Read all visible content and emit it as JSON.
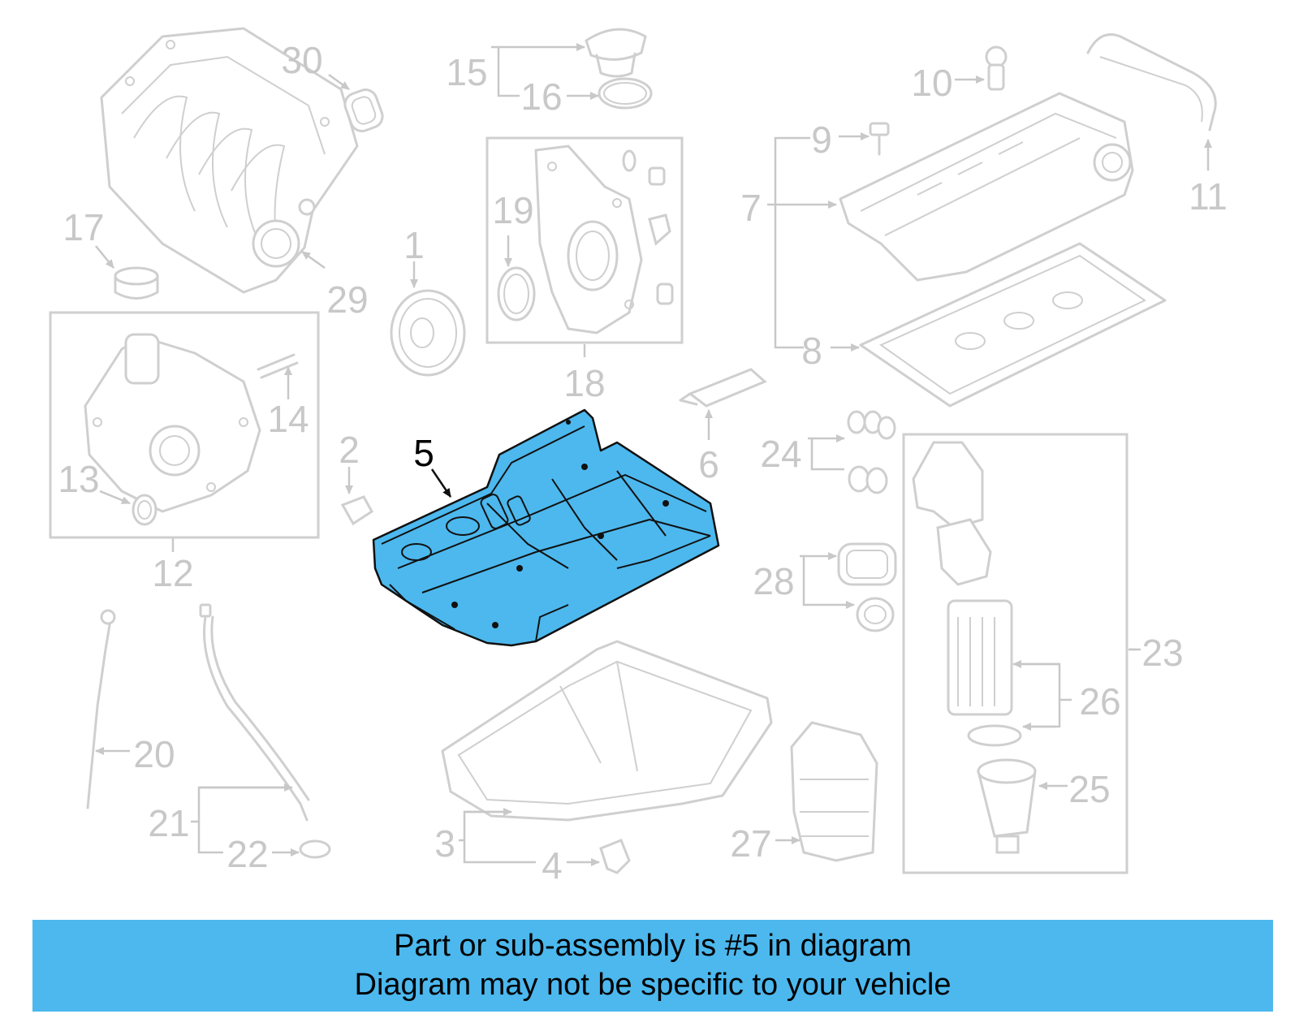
{
  "diagram": {
    "highlighted_part": "5",
    "callouts": [
      "1",
      "2",
      "3",
      "4",
      "5",
      "6",
      "7",
      "8",
      "9",
      "10",
      "11",
      "12",
      "13",
      "14",
      "15",
      "16",
      "17",
      "18",
      "19",
      "20",
      "21",
      "22",
      "23",
      "24",
      "25",
      "26",
      "27",
      "28",
      "29",
      "30"
    ]
  },
  "caption": {
    "line1": "Part or sub-assembly is #5 in diagram",
    "line2": "Diagram may not be specific to your vehicle"
  },
  "colors": {
    "highlight": "#4cb8ee",
    "line_art": "#cfcfcf",
    "caption_bar": "#4cb8ee"
  }
}
